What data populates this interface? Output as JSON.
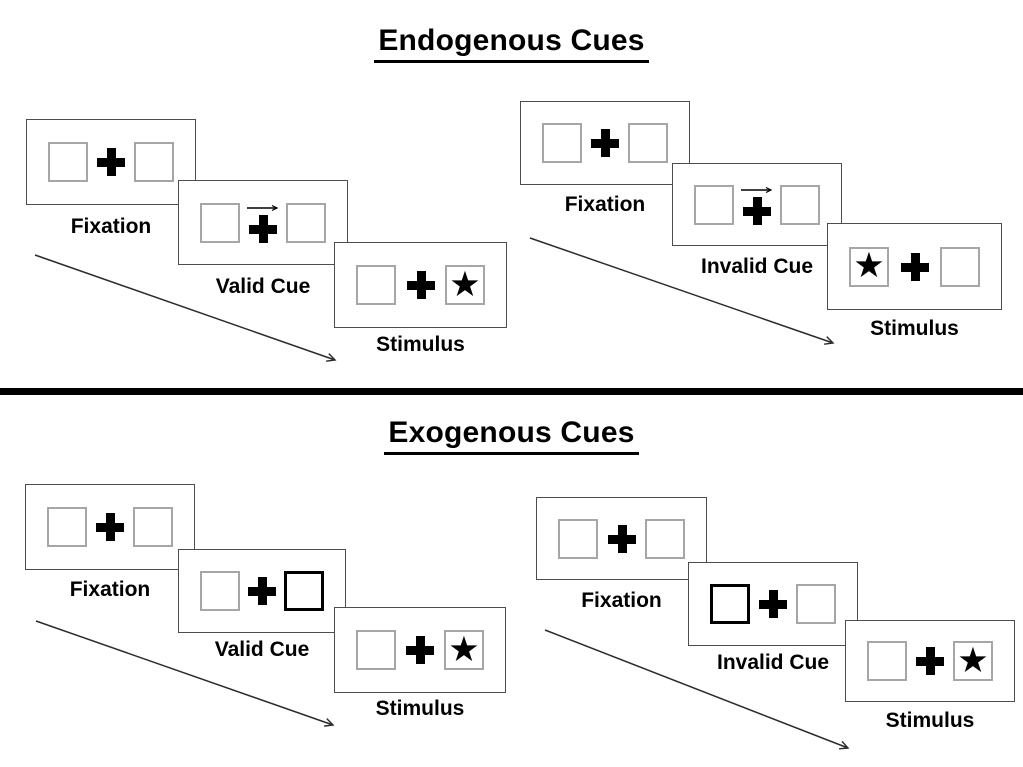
{
  "glyphs": {
    "star": "★"
  },
  "colors": {
    "background": "#ffffff",
    "panel_border": "#4d4d4d",
    "square_border": "#a6a6a6",
    "cue_highlight_border": "#000000",
    "ink": "#000000",
    "divider": "#000000"
  },
  "sections": {
    "endogenous": {
      "title": "Endogenous Cues",
      "sequences": {
        "valid": {
          "fixation_label": "Fixation",
          "cue_label": "Valid Cue",
          "stimulus_label": "Stimulus",
          "cue_type": "central-arrow-right",
          "star_side": "right"
        },
        "invalid": {
          "fixation_label": "Fixation",
          "cue_label": "Invalid Cue",
          "stimulus_label": "Stimulus",
          "cue_type": "central-arrow-right",
          "star_side": "left"
        }
      }
    },
    "exogenous": {
      "title": "Exogenous Cues",
      "sequences": {
        "valid": {
          "fixation_label": "Fixation",
          "cue_label": "Valid Cue",
          "stimulus_label": "Stimulus",
          "cue_type": "peripheral-box-right",
          "star_side": "right"
        },
        "invalid": {
          "fixation_label": "Fixation",
          "cue_label": "Invalid Cue",
          "stimulus_label": "Stimulus",
          "cue_type": "peripheral-box-left",
          "star_side": "right"
        }
      }
    }
  }
}
